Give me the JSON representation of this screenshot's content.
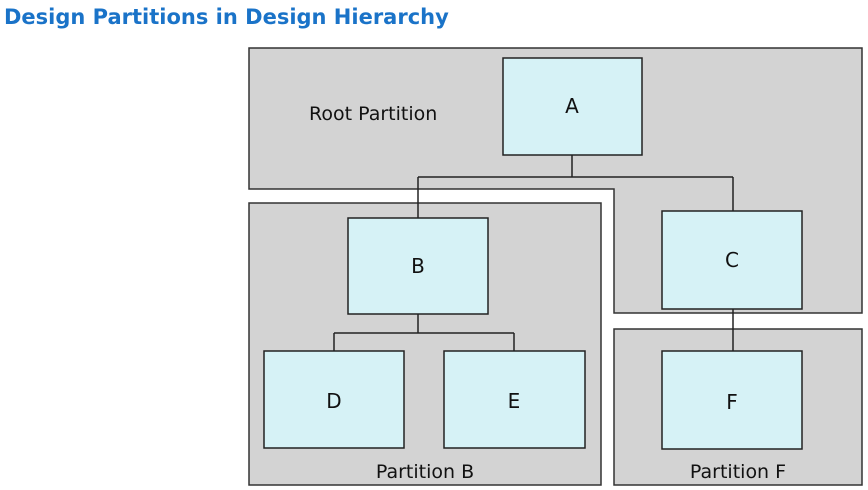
{
  "page": {
    "title": "Design Partitions in Design Hierarchy"
  },
  "partitions": {
    "root": "Root Partition",
    "b": "Partition B",
    "f": "Partition F"
  },
  "blocks": {
    "a": "A",
    "b": "B",
    "c": "C",
    "d": "D",
    "e": "E",
    "f": "F"
  },
  "colors": {
    "title": "#1a73c8",
    "partition_fill": "#d3d3d3",
    "partition_stroke": "#333333",
    "block_fill": "#d6f2f6",
    "line": "#222222"
  }
}
